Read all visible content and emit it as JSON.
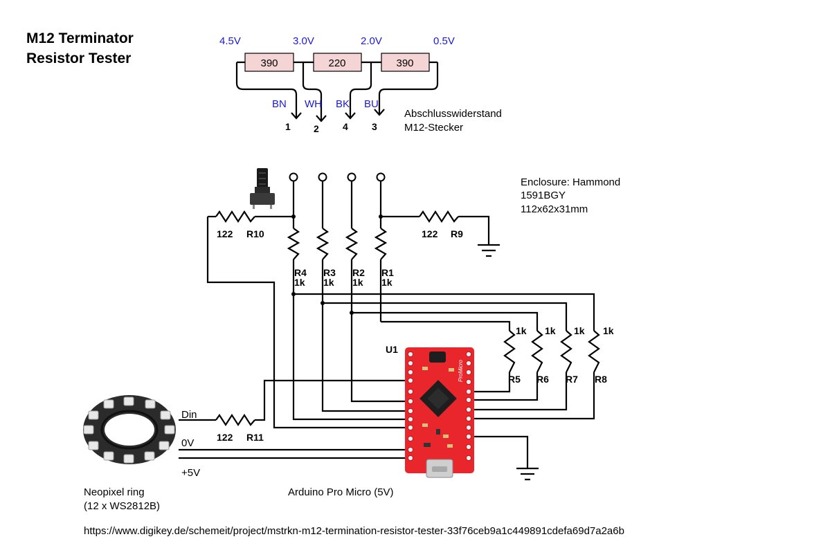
{
  "title": {
    "line1": "M12 Terminator",
    "line2": "Resistor Tester"
  },
  "voltages": [
    "4.5V",
    "3.0V",
    "2.0V",
    "0.5V"
  ],
  "top_resistors": [
    "390",
    "220",
    "390"
  ],
  "wire_colors": [
    "BN",
    "WH",
    "BK",
    "BU"
  ],
  "pin_numbers": [
    "1",
    "2",
    "4",
    "3"
  ],
  "plug_label": {
    "line1": "Abschlusswiderstand",
    "line2": "M12-Stecker"
  },
  "enclosure": {
    "line1": "Enclosure: Hammond",
    "line2": "1591BGY",
    "line3": "112x62x31mm"
  },
  "resistors": {
    "r10": {
      "value": "122",
      "name": "R10"
    },
    "r9": {
      "value": "122",
      "name": "R9"
    },
    "r11": {
      "value": "122",
      "name": "R11"
    },
    "r4": {
      "name": "R4",
      "value": "1k"
    },
    "r3": {
      "name": "R3",
      "value": "1k"
    },
    "r2": {
      "name": "R2",
      "value": "1k"
    },
    "r1": {
      "name": "R1",
      "value": "1k"
    },
    "r5": {
      "name": "R5",
      "value": "1k"
    },
    "r6": {
      "name": "R6",
      "value": "1k"
    },
    "r7": {
      "name": "R7",
      "value": "1k"
    },
    "r8": {
      "name": "R8",
      "value": "1k"
    }
  },
  "u1_label": "U1",
  "board_label": "Arduino Pro Micro (5V)",
  "board_brand": "ProMicro",
  "ring_label": {
    "line1": "Neopixel ring",
    "line2": "(12 x WS2812B)"
  },
  "signals": {
    "din": "Din",
    "gnd": "0V",
    "vcc": "+5V"
  },
  "url": "https://www.digikey.de/schemeit/project/mstrkn-m12-termination-resistor-tester-33f76ceb9a1c449891cdefa69d7a2a6b",
  "colors": {
    "resistor_fill": "#f4d4d4",
    "voltage_text": "#1a1ad6",
    "board_red": "#e8262c"
  }
}
